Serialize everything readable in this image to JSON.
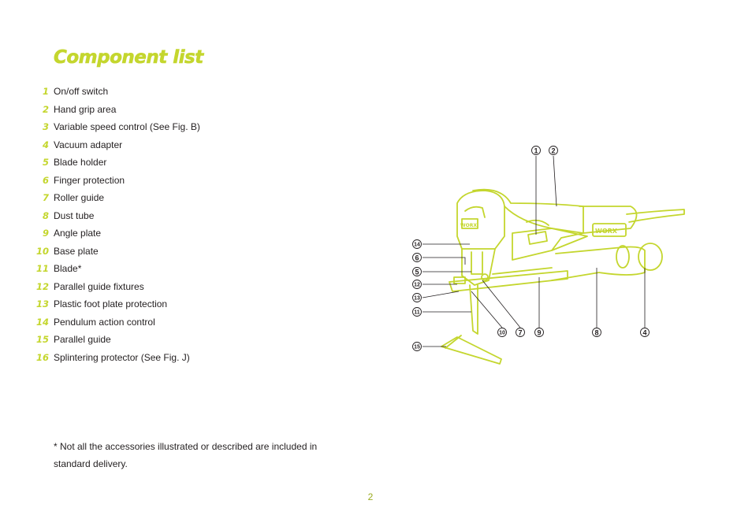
{
  "title": "Component list",
  "components": [
    {
      "num": "1",
      "label": "On/off switch"
    },
    {
      "num": "2",
      "label": "Hand grip area"
    },
    {
      "num": "3",
      "label": "Variable speed control (See Fig. B)"
    },
    {
      "num": "4",
      "label": "Vacuum adapter"
    },
    {
      "num": "5",
      "label": "Blade holder"
    },
    {
      "num": "6",
      "label": "Finger protection"
    },
    {
      "num": "7",
      "label": "Roller guide"
    },
    {
      "num": "8",
      "label": "Dust tube"
    },
    {
      "num": "9",
      "label": "Angle plate"
    },
    {
      "num": "10",
      "label": "Base plate"
    },
    {
      "num": "11",
      "label": "Blade*"
    },
    {
      "num": "12",
      "label": "Parallel guide fixtures"
    },
    {
      "num": "13",
      "label": "Plastic foot plate protection"
    },
    {
      "num": "14",
      "label": "Pendulum action control"
    },
    {
      "num": "15",
      "label": "Parallel guide"
    },
    {
      "num": "16",
      "label": "Splintering protector (See Fig. J)"
    }
  ],
  "footnote": {
    "line1": "* Not all the accessories illustrated or described are included in",
    "line2": "standard delivery."
  },
  "illustration": {
    "brand_text": "WORX",
    "callouts": {
      "c1": "1",
      "c2": "2",
      "c4": "4",
      "c5": "5",
      "c6": "6",
      "c7": "7",
      "c8": "8",
      "c9": "9",
      "c10": "10",
      "c11": "11",
      "c12": "12",
      "c13": "13",
      "c14": "14",
      "c15": "15"
    }
  },
  "page_number": "2",
  "colors": {
    "accent": "#c4d62e",
    "text": "#231f20"
  }
}
